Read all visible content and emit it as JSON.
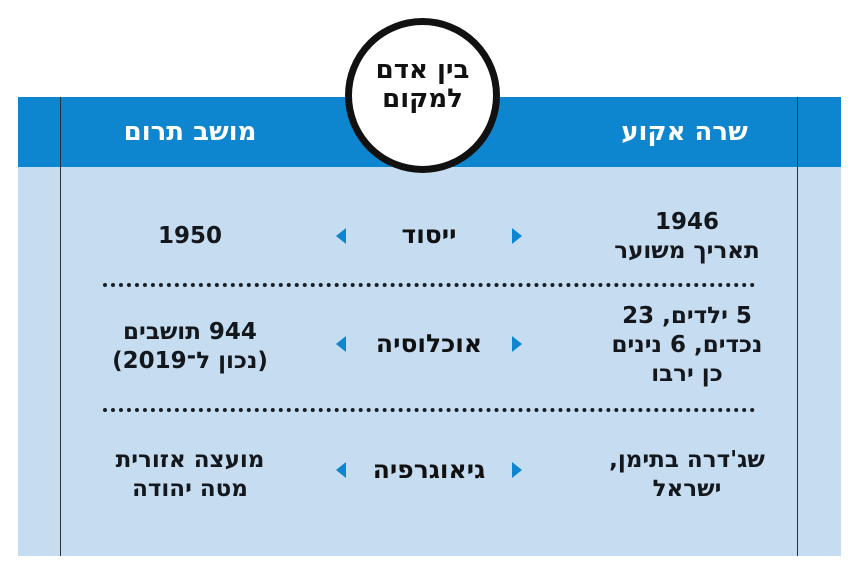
{
  "header": {
    "right_title": "שרה אקוע",
    "left_title": "מושב תרום",
    "badge": [
      "בין אדם",
      "למקום"
    ]
  },
  "rows": [
    {
      "label": "ייסוד",
      "right": [
        "1946",
        "תאריך משוער"
      ],
      "left": [
        "1950"
      ]
    },
    {
      "label": "אוכלוסיה",
      "right": [
        "5 ילדים, 23",
        "נכדים, 6 נינים",
        "כן ירבו"
      ],
      "left": [
        "944 תושבים",
        "(נכון ל־2019)"
      ]
    },
    {
      "label": "גיאוגרפיה",
      "right": [
        "שג'דרה בתימן,",
        "ישראל"
      ],
      "left": [
        "מועצה אזורית",
        "מטה יהודה"
      ]
    }
  ],
  "colors": {
    "header_blue": "#0e86cf",
    "panel_blue": "#c5dcf1",
    "arrow_blue": "#0e86cf"
  },
  "icons": [
    "triangle-left-icon",
    "triangle-right-icon"
  ]
}
